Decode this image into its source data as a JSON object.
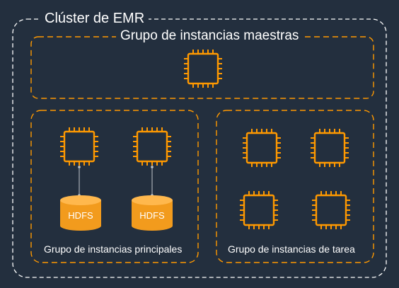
{
  "cluster": {
    "title": "Clúster de EMR"
  },
  "master_group": {
    "title": "Grupo de instancias maestras"
  },
  "core_group": {
    "title": "Grupo de instancias principales",
    "storage_label": "HDFS"
  },
  "task_group": {
    "title": "Grupo de instancias de tarea"
  },
  "colors": {
    "background": "#232f3e",
    "outline": "#ffffff",
    "accent": "#ff9900",
    "chip_fill": "#232f3e",
    "hdfs_fill": "#f29b1d",
    "hdfs_top": "#ffb84d",
    "connector": "#c0c6cc"
  },
  "icons": {
    "instance": "ec2-instance-chip-icon",
    "storage": "hdfs-cylinder-icon"
  }
}
